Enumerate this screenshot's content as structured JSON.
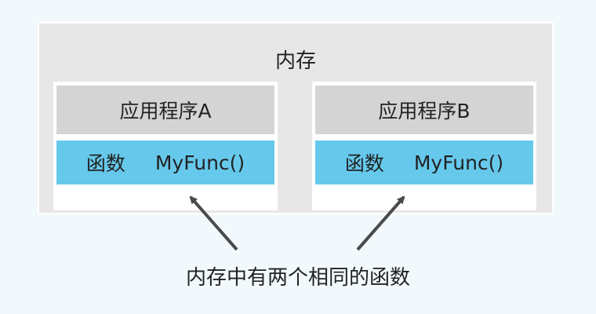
{
  "memory": {
    "title": "内存"
  },
  "apps": [
    {
      "name": "应用程序A",
      "function_kind": "函数",
      "function_name": "MyFunc()"
    },
    {
      "name": "应用程序B",
      "function_kind": "函数",
      "function_name": "MyFunc()"
    }
  ],
  "caption": "内存中有两个相同的函数",
  "colors": {
    "background": "#f2f9fc",
    "memory_fill": "#e7e7e7",
    "app_header_fill": "#d4d4d4",
    "function_fill": "#66c9ec",
    "arrow": "#4a4a4a"
  }
}
